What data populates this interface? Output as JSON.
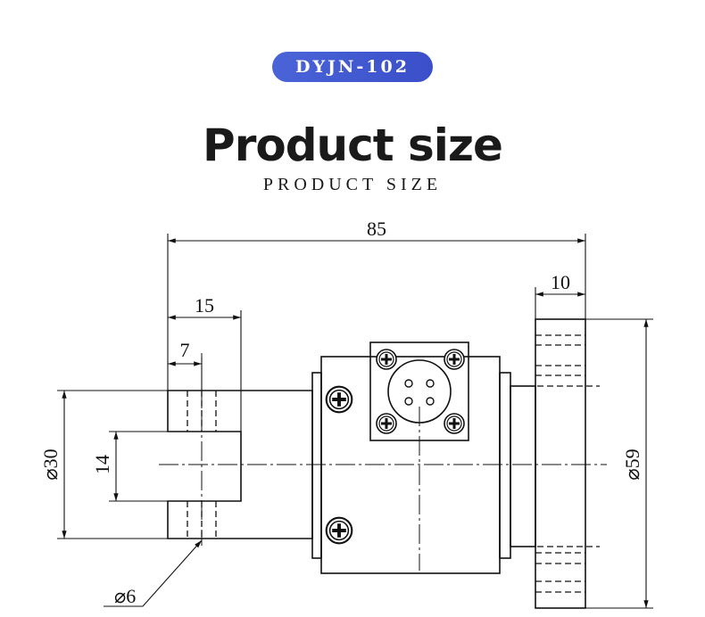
{
  "header": {
    "model_badge": "DYJN-102",
    "title": "Product size",
    "subtitle": "PRODUCT SIZE"
  },
  "dimensions": {
    "overall_length": "85",
    "flange_thickness": "10",
    "shaft_block_length": "15",
    "slot_offset": "7",
    "shaft_diameter": "⌀30",
    "slot_width": "14",
    "flange_diameter": "⌀59",
    "hole_diameter": "⌀6"
  },
  "colors": {
    "badge": "#4a64d8",
    "line": "#111111"
  }
}
